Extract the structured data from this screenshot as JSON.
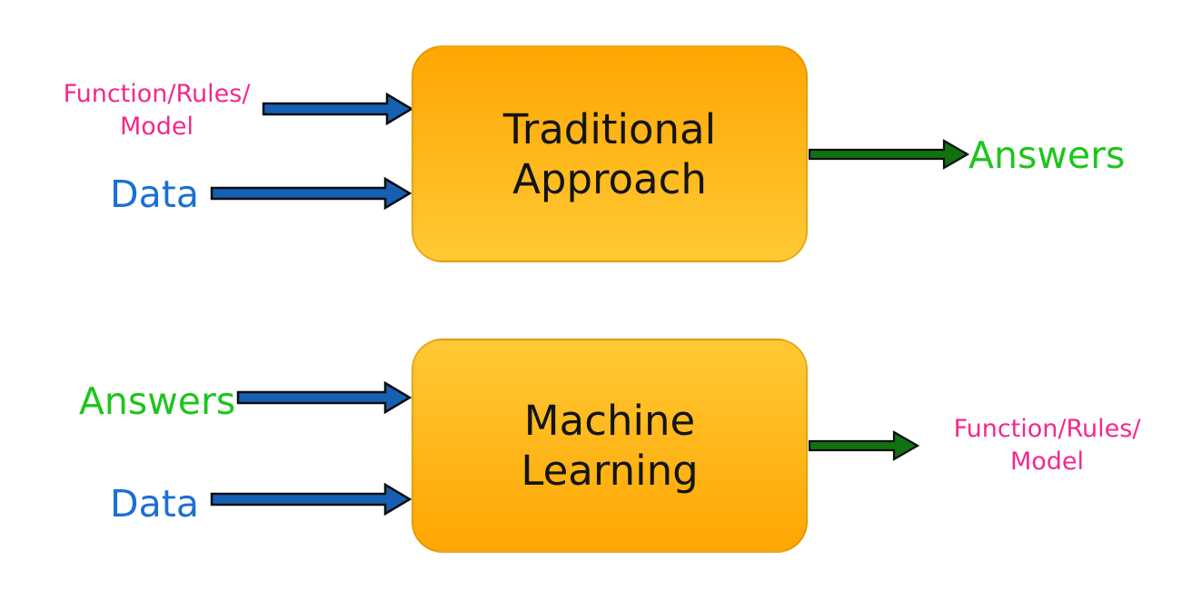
{
  "colors": {
    "background": "#FFFFFF",
    "pink_text": "#F4288C",
    "blue_text": "#1B6FD6",
    "green_text": "#1DC51D",
    "blue_arrow": "#1660B4",
    "green_arrow": "#117211",
    "arrow_outline": "#0D0D0D",
    "box_orange": "#FFA602",
    "box_gold": "#FFC934",
    "box_text": "#141414",
    "box_gradients": {
      "top_box": [
        "#FFA602",
        "#FFC934"
      ],
      "bottom_box": [
        "#FFC934",
        "#FFA602"
      ]
    }
  },
  "top_flow": {
    "input_1": "Function/Rules/\nModel",
    "input_2": "Data",
    "process": "Traditional\nApproach",
    "output": "Answers"
  },
  "bottom_flow": {
    "input_1": "Answers",
    "input_2": "Data",
    "process": "Machine\nLearning",
    "output": "Function/Rules/\nModel"
  }
}
